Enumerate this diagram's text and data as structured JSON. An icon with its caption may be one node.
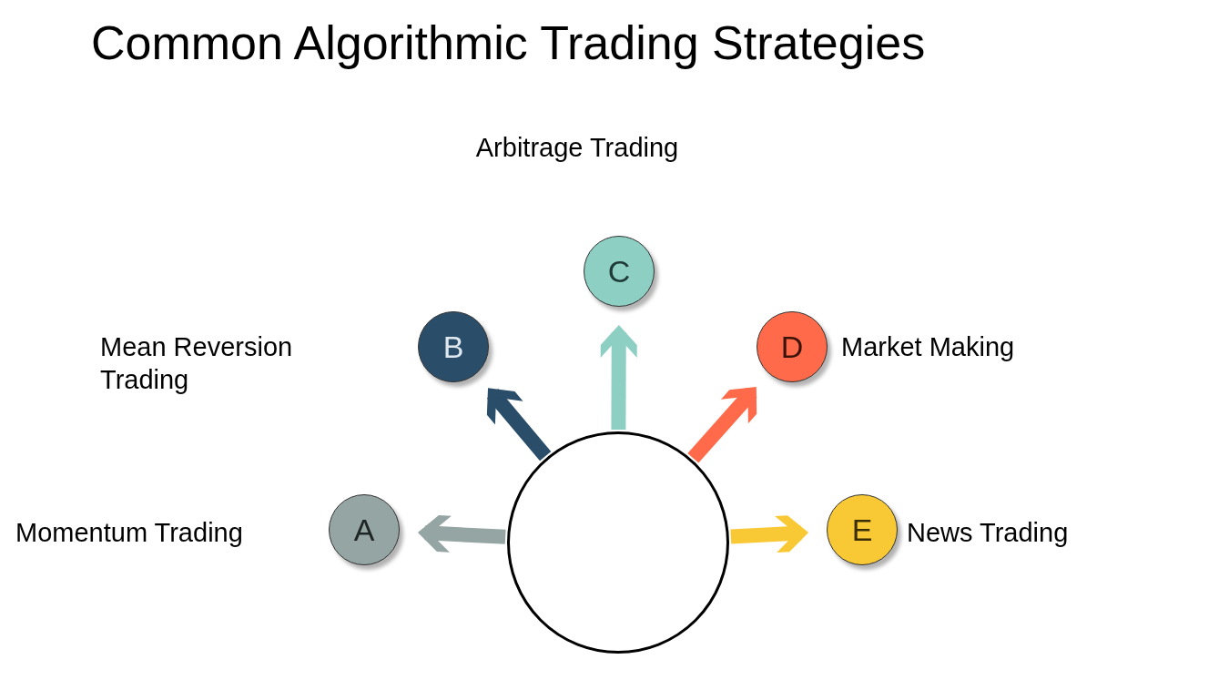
{
  "diagram": {
    "title": "Common Algorithmic Trading Strategies",
    "nodes": [
      {
        "text": [
          "C"
        ],
        "beside": [
          "Arbitrage Trading"
        ]
      },
      {
        "text": [
          "B"
        ]
      },
      {
        "text": [
          "D"
        ],
        "beside": [
          "Market Making"
        ]
      },
      {
        "text": [
          "A"
        ],
        "beside": [
          "Momentum Trading"
        ]
      },
      {
        "text": [],
        "shape": "circle"
      },
      {
        "text": [
          "E"
        ],
        "beside": [
          "News Trading"
        ]
      }
    ],
    "edges": [
      {
        "from": 4,
        "to": 3,
        "arrow": "to",
        "color": "#95a5a3"
      },
      {
        "from": 4,
        "to": 1,
        "arrow": "to",
        "color": "#2a4d69"
      },
      {
        "from": 4,
        "to": 0,
        "arrow": "to",
        "color": "#8ecfc4"
      },
      {
        "from": 4,
        "to": 2,
        "arrow": "to",
        "color": "#ff6b4a"
      },
      {
        "from": 4,
        "to": 5,
        "arrow": "to",
        "color": "#f9c935"
      }
    ],
    "labels": [
      "Mean Reversion Trading"
    ]
  }
}
